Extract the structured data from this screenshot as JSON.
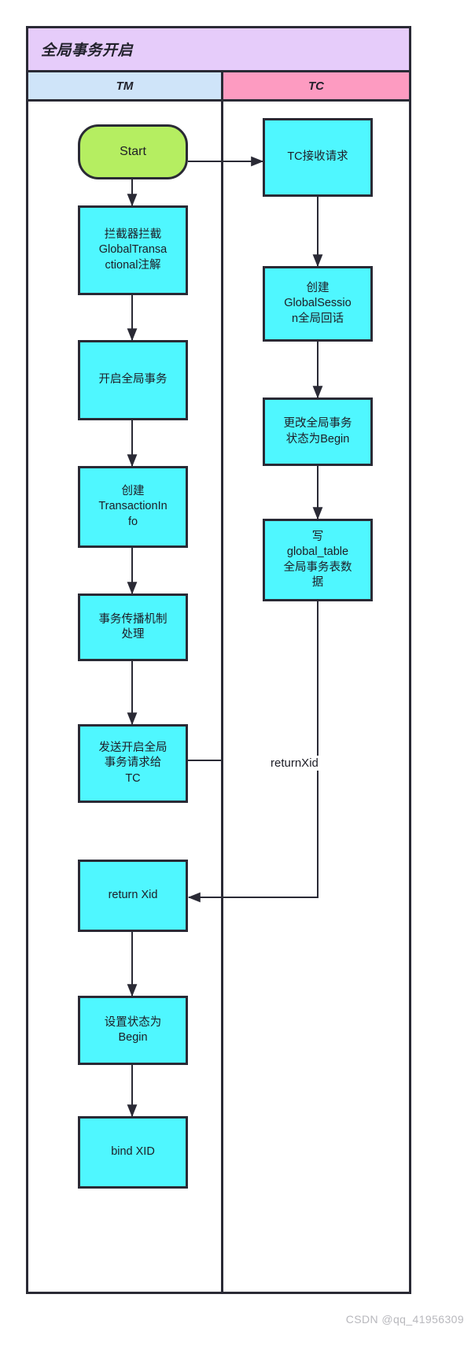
{
  "diagram": {
    "title": "全局事务开启",
    "type": "swimlane-flowchart",
    "lanes": [
      {
        "id": "tm",
        "label": "TM",
        "header_color": "#cfe4f9"
      },
      {
        "id": "tc",
        "label": "TC",
        "header_color": "#fd9bc1"
      }
    ],
    "colors": {
      "title_band": "#e6ccfa",
      "process_node": "#4ff7ff",
      "start_node": "#b5ee61",
      "stroke": "#2a2a35"
    }
  },
  "nodes": {
    "tm": [
      {
        "id": "start",
        "label": "Start",
        "shape": "rounded",
        "fill": "#b5ee61"
      },
      {
        "id": "interceptor",
        "label": "拦截器拦截\nGlobalTransa\nctional注解",
        "shape": "rect",
        "fill": "#4ff7ff"
      },
      {
        "id": "open-global",
        "label": "开启全局事务",
        "shape": "rect",
        "fill": "#4ff7ff"
      },
      {
        "id": "create-txinfo",
        "label": "创建\nTransactionIn\nfo",
        "shape": "rect",
        "fill": "#4ff7ff"
      },
      {
        "id": "propagation",
        "label": "事务传播机制\n处理",
        "shape": "rect",
        "fill": "#4ff7ff"
      },
      {
        "id": "send-request",
        "label": "发送开启全局\n事务请求给\nTC",
        "shape": "rect",
        "fill": "#4ff7ff"
      },
      {
        "id": "return-xid",
        "label": "return Xid",
        "shape": "rect",
        "fill": "#4ff7ff"
      },
      {
        "id": "set-begin",
        "label": "设置状态为\nBegin",
        "shape": "rect",
        "fill": "#4ff7ff"
      },
      {
        "id": "bind-xid",
        "label": "bind XID",
        "shape": "rect",
        "fill": "#4ff7ff"
      }
    ],
    "tc": [
      {
        "id": "tc-receive",
        "label": "TC接收请求",
        "shape": "rect",
        "fill": "#4ff7ff"
      },
      {
        "id": "create-session",
        "label": "创建\nGlobalSessio\nn全局回话",
        "shape": "rect",
        "fill": "#4ff7ff"
      },
      {
        "id": "change-status",
        "label": "更改全局事务\n状态为Begin",
        "shape": "rect",
        "fill": "#4ff7ff"
      },
      {
        "id": "write-table",
        "label": "写\nglobal_table\n全局事务表数\n据",
        "shape": "rect",
        "fill": "#4ff7ff"
      }
    ]
  },
  "edges": [
    {
      "from": "start",
      "to": "interceptor",
      "label": ""
    },
    {
      "from": "interceptor",
      "to": "open-global",
      "label": ""
    },
    {
      "from": "open-global",
      "to": "create-txinfo",
      "label": ""
    },
    {
      "from": "create-txinfo",
      "to": "propagation",
      "label": ""
    },
    {
      "from": "propagation",
      "to": "send-request",
      "label": ""
    },
    {
      "from": "start",
      "to": "tc-receive",
      "label": ""
    },
    {
      "from": "tc-receive",
      "to": "create-session",
      "label": ""
    },
    {
      "from": "create-session",
      "to": "change-status",
      "label": ""
    },
    {
      "from": "change-status",
      "to": "write-table",
      "label": ""
    },
    {
      "from": "write-table",
      "to": "return-xid",
      "label": "returnXid"
    },
    {
      "from": "send-request",
      "to": "return-xid",
      "label": ""
    },
    {
      "from": "return-xid",
      "to": "set-begin",
      "label": ""
    },
    {
      "from": "set-begin",
      "to": "bind-xid",
      "label": ""
    }
  ],
  "edge_labels": {
    "return_xid": "returnXid"
  },
  "watermark": "CSDN @qq_41956309"
}
